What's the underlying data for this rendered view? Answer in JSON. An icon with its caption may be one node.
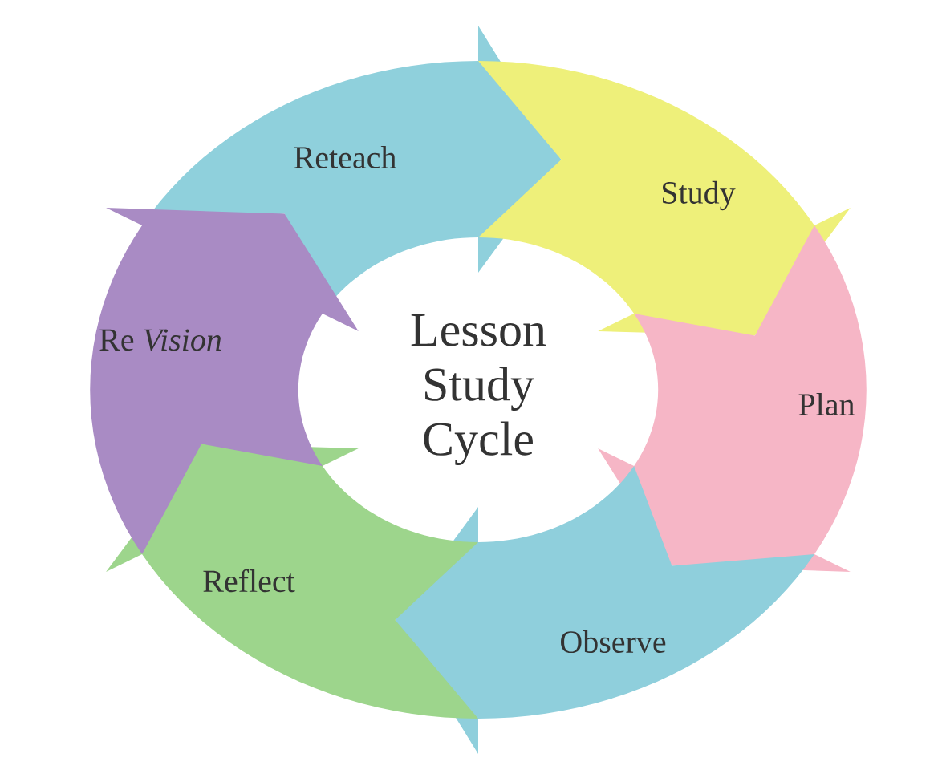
{
  "diagram": {
    "nodes": [
      {
        "text": [
          "Lesson Study Cycle"
        ]
      },
      {
        "text": [
          "Reteach"
        ]
      },
      {
        "text": [
          "Study"
        ]
      },
      {
        "text": [
          "Plan"
        ]
      },
      {
        "text": [
          "Observe"
        ]
      },
      {
        "text": [
          "Reflect"
        ]
      },
      {
        "text": [
          "Re *Vision*"
        ]
      }
    ]
  }
}
